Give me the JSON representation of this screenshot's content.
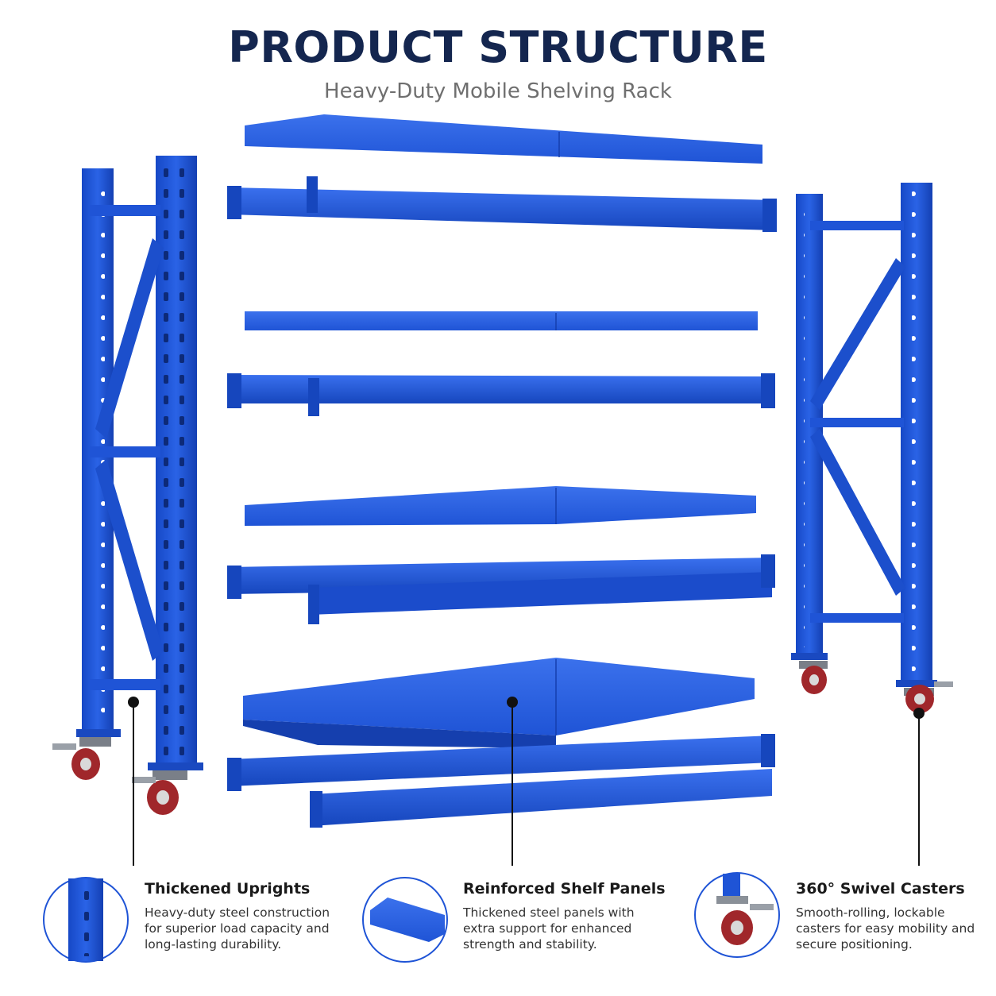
{
  "header": {
    "title": "PRODUCT STRUCTURE",
    "subtitle": "Heavy-Duty Mobile Shelving Rack"
  },
  "features": [
    {
      "title": "Thickened Uprights",
      "description": "Heavy-duty steel construction for superior load capacity and long-lasting durability.",
      "icon": "upright-icon"
    },
    {
      "title": "Reinforced Shelf Panels",
      "description": "Thickened steel panels with extra support for enhanced strength and stability.",
      "icon": "shelf-panel-icon"
    },
    {
      "title": "360° Swivel Casters",
      "description": "Smooth-rolling, lockable casters for easy mobility and secure positioning.",
      "icon": "caster-icon"
    }
  ],
  "colors": {
    "steel_blue": "#1f54d6",
    "steel_blue_dark": "#153fae",
    "title_navy": "#14264f",
    "wheel_red": "#b3262a"
  }
}
